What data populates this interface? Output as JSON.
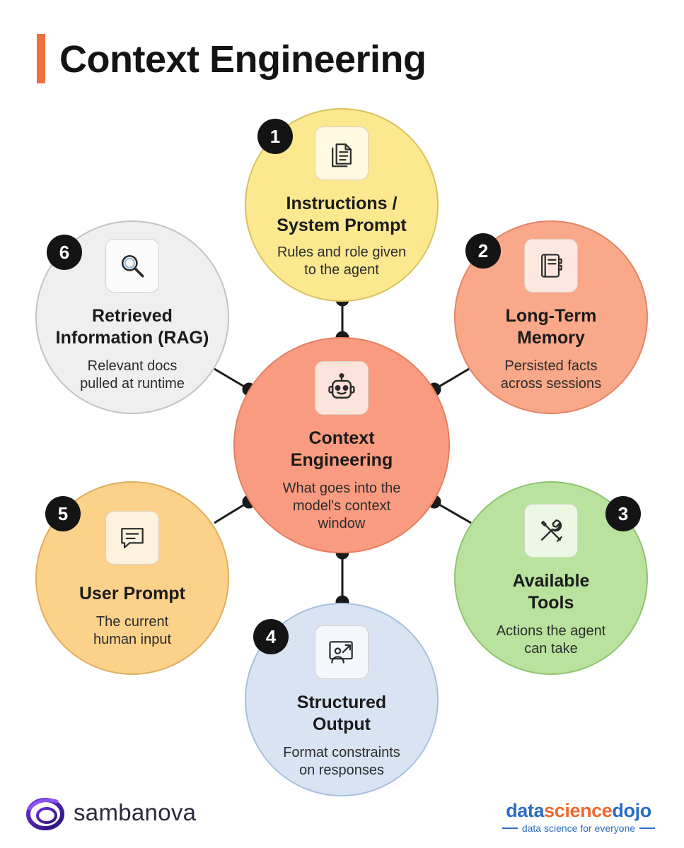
{
  "title": "Context Engineering",
  "center": {
    "title": "Context\nEngineering",
    "description": "What goes into the\nmodel's context\nwindow",
    "icon": "robot-icon",
    "color": "#f99b80"
  },
  "nodes": [
    {
      "number": "1",
      "title": "Instructions /\nSystem Prompt",
      "description": "Rules and role given\nto the agent",
      "icon": "document-icon",
      "color": "#fbe88f"
    },
    {
      "number": "2",
      "title": "Long-Term\nMemory",
      "description": "Persisted facts\nacross sessions",
      "icon": "notebook-icon",
      "color": "#f9a88a"
    },
    {
      "number": "3",
      "title": "Available\nTools",
      "description": "Actions the agent\ncan take",
      "icon": "tools-icon",
      "color": "#b9e29f"
    },
    {
      "number": "4",
      "title": "Structured\nOutput",
      "description": "Format constraints\non responses",
      "icon": "presentation-icon",
      "color": "#d8e4f4"
    },
    {
      "number": "5",
      "title": "User Prompt",
      "description": "The current\nhuman input",
      "icon": "chat-icon",
      "color": "#fcd18a"
    },
    {
      "number": "6",
      "title": "Retrieved\nInformation (RAG)",
      "description": "Relevant docs\npulled at runtime",
      "icon": "search-icon",
      "color": "#efefef"
    }
  ],
  "footer": {
    "left_brand": "sambanova",
    "right_brand_part1": "data",
    "right_brand_part2": "science",
    "right_brand_part3": "dojo",
    "right_tagline": "data science for everyone"
  }
}
